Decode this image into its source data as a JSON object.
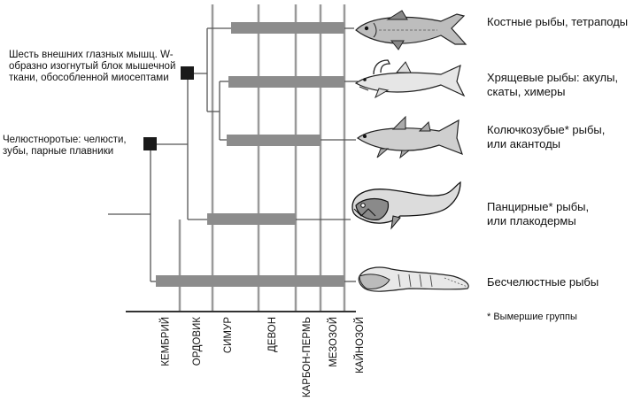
{
  "nodes": {
    "jaws": "Челюстноротые: челюсти, зубы, парные плавники",
    "eye_muscles": "Шесть внешних глазных мышц. W-образно изогнутый блок мышечной ткани, обособленной миосептами"
  },
  "groups": [
    {
      "label": "Костные рыбы, тетраподы",
      "icon": "bony-fish-icon"
    },
    {
      "label": "Хрящевые рыбы: акулы, скаты, химеры",
      "icon": "shark-icon"
    },
    {
      "label": "Колючкозубые* рыбы, или акантоды",
      "icon": "acanthodian-icon"
    },
    {
      "label": "Панцирные* рыбы, или плакодермы",
      "icon": "placoderm-icon"
    },
    {
      "label": "Бесчелюстные рыбы",
      "icon": "jawless-fish-icon"
    }
  ],
  "periods": [
    "КЕМБРИЙ",
    "ОРДОВИК",
    "СИМУР",
    "ДЕВОН",
    "КАРБОН-ПЕРМЬ",
    "МЕЗОЗОЙ",
    "КАЙНОЗОЙ"
  ],
  "footnote": "* Вымершие группы",
  "colors": {
    "bar": "#8c8c8c",
    "line": "#555555",
    "node": "#1a1a1a",
    "grid": "#9a9a9a"
  }
}
